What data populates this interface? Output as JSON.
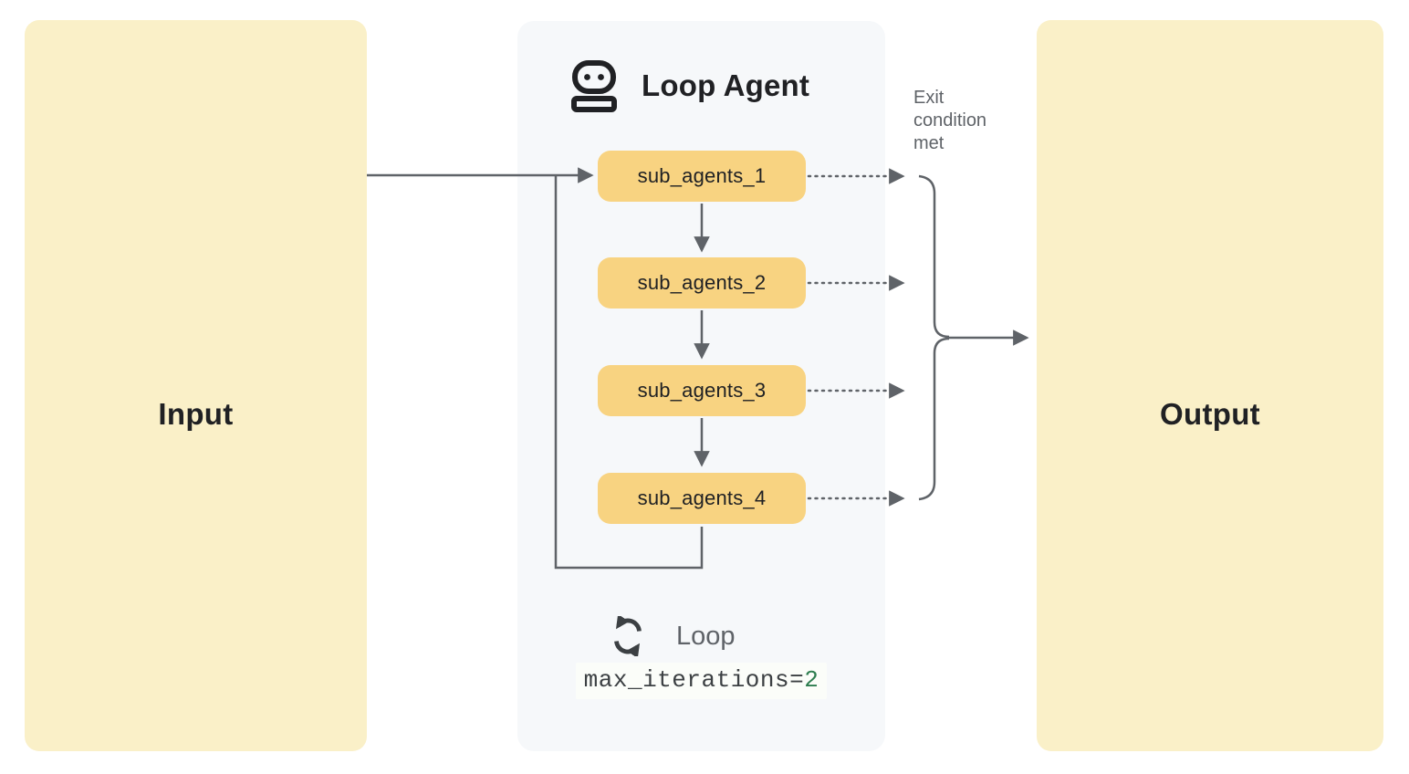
{
  "colors": {
    "io_box_fill": "#FAF0C8",
    "sub_agent_fill": "#F8D381",
    "panel_fill": "#F6F8FA",
    "connector_gray": "#5F6368",
    "text_dark": "#202124",
    "text_gray": "#5F6368",
    "code_value_green": "#2D7D4F"
  },
  "input": {
    "label": "Input"
  },
  "output": {
    "label": "Output"
  },
  "loop_agent": {
    "title": "Loop Agent",
    "title_icon": "robot-icon",
    "sub_agents": [
      "sub_agents_1",
      "sub_agents_2",
      "sub_agents_3",
      "sub_agents_4"
    ],
    "loop": {
      "icon": "loop-sync-icon",
      "label": "Loop",
      "code_prefix": "max_iterations=",
      "code_value": "2"
    }
  },
  "annotations": {
    "exit_condition": "Exit condition met"
  }
}
